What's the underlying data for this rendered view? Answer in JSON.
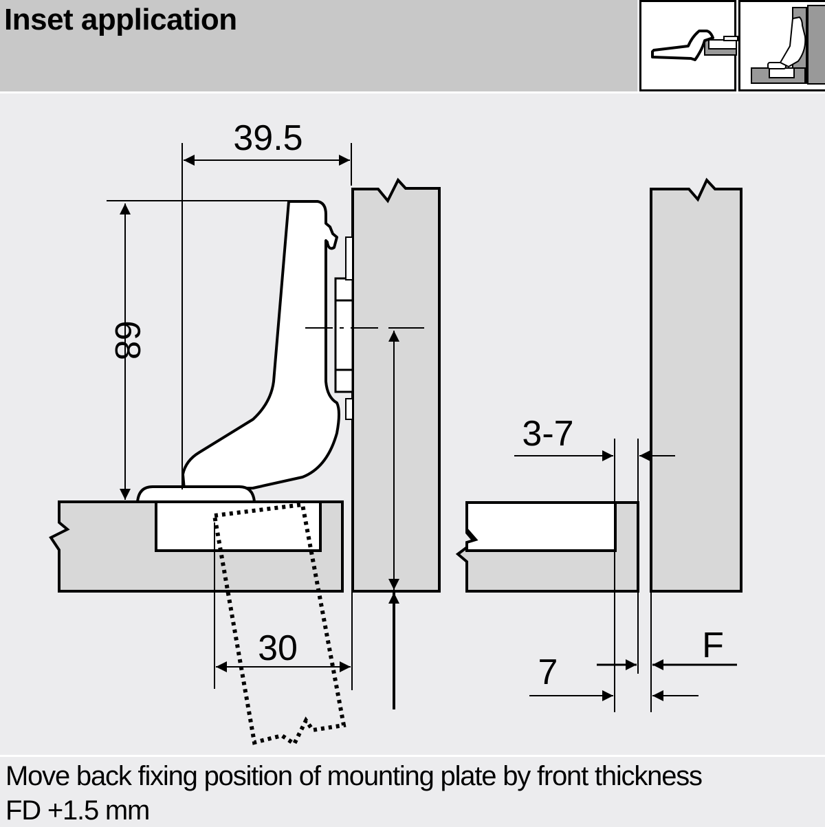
{
  "header": {
    "title": "Inset application",
    "thumbnails": [
      {
        "name": "hinge-open-position",
        "description": "Hinge opened flat over mounting plate"
      },
      {
        "name": "hinge-closed-inset",
        "description": "Hinge closed, inset door against cabinet side"
      }
    ]
  },
  "colors": {
    "header_bg": "#c8c8c8",
    "page_bg": "#ececee",
    "panel_fill": "#d8d8d8",
    "line": "#000000",
    "part_fill": "#ffffff"
  },
  "dimensions": {
    "hinge_width": "39.5",
    "hinge_height": "68",
    "cup_drill_distance": "30",
    "gap_range": "3-7",
    "overlay_offset": "7",
    "front_label": "F"
  },
  "footer": {
    "note_line1": "Move back fixing position of mounting plate by front thickness",
    "note_line2": "FD +1.5 mm"
  }
}
